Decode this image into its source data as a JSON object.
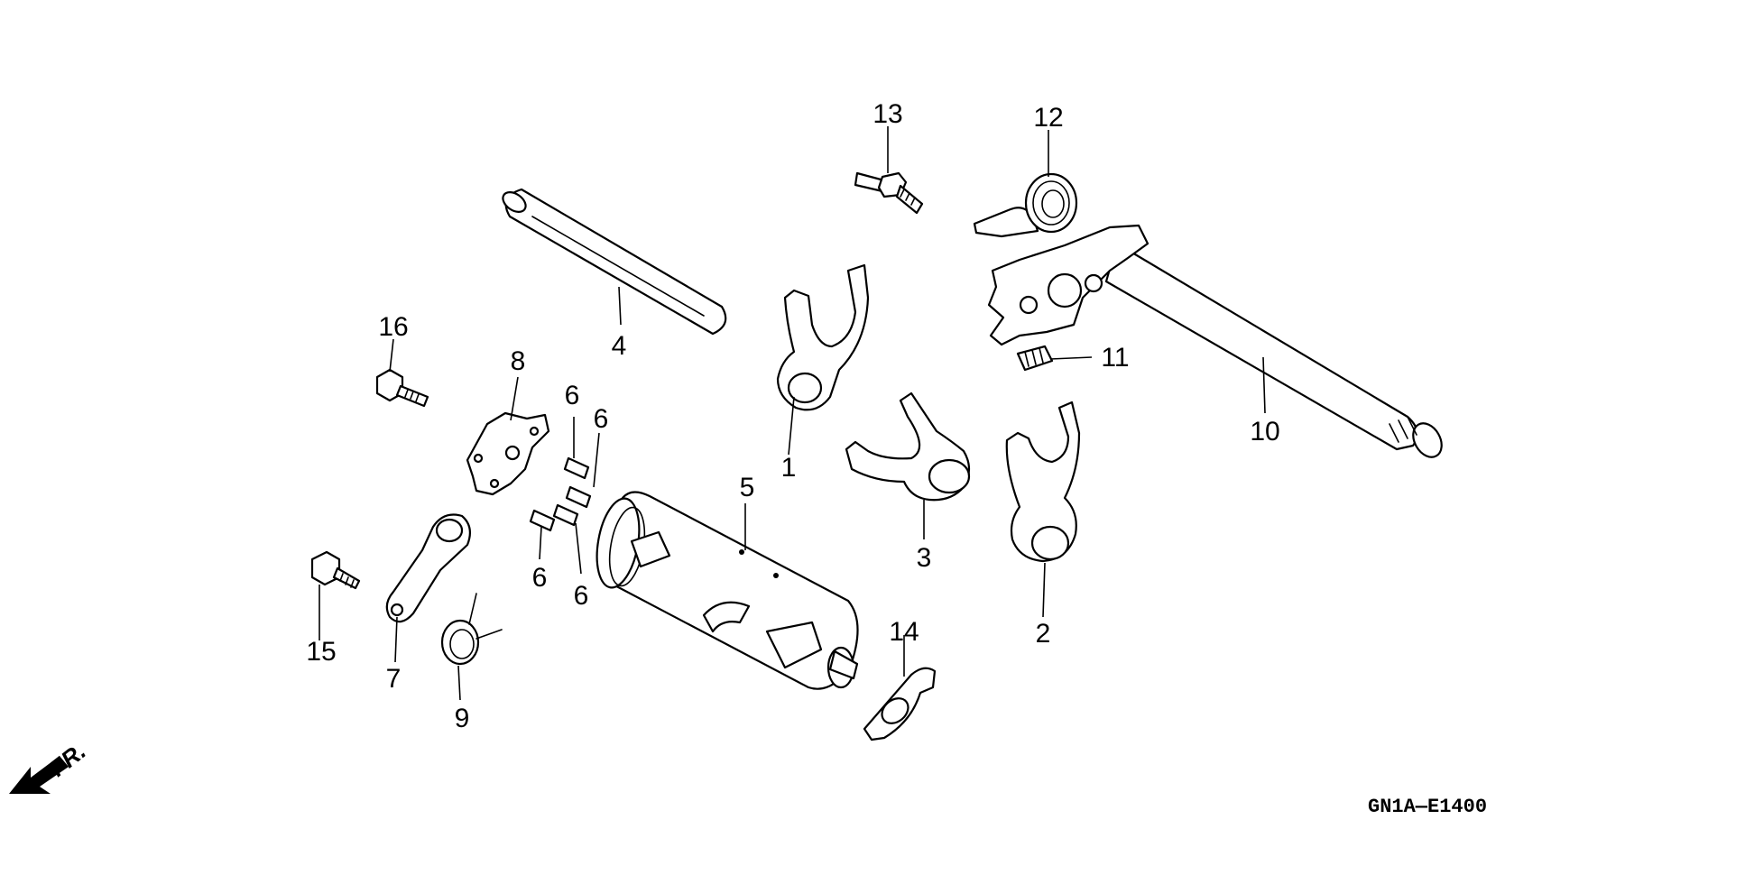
{
  "diagram": {
    "code": "GN1A—E1400",
    "front_marker": "FR.",
    "callouts": [
      "1",
      "2",
      "3",
      "4",
      "5",
      "6",
      "6",
      "6",
      "6",
      "7",
      "8",
      "9",
      "10",
      "11",
      "12",
      "13",
      "14",
      "15",
      "16"
    ],
    "parts": [
      {
        "id": "shift-fork-1",
        "number": "1"
      },
      {
        "id": "shift-fork-2",
        "number": "2"
      },
      {
        "id": "shift-fork-3",
        "number": "3"
      },
      {
        "id": "fork-shaft",
        "number": "4"
      },
      {
        "id": "gearshift-drum",
        "number": "5"
      },
      {
        "id": "pins",
        "number": "6"
      },
      {
        "id": "stopper-arm",
        "number": "7"
      },
      {
        "id": "drum-center-plate",
        "number": "8"
      },
      {
        "id": "stopper-spring",
        "number": "9"
      },
      {
        "id": "gearshift-spindle",
        "number": "10"
      },
      {
        "id": "spring",
        "number": "11"
      },
      {
        "id": "return-spring",
        "number": "12"
      },
      {
        "id": "pin-bolt",
        "number": "13"
      },
      {
        "id": "bearing-set-plate",
        "number": "14"
      },
      {
        "id": "bolt-15",
        "number": "15"
      },
      {
        "id": "bolt-16",
        "number": "16"
      }
    ]
  }
}
